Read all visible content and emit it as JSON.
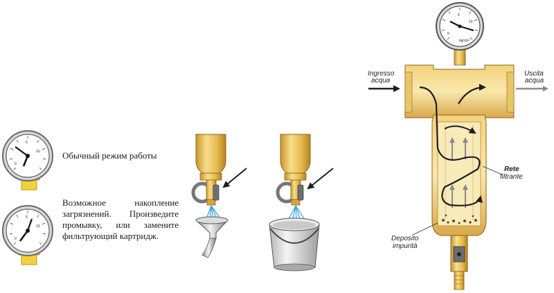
{
  "captions": {
    "normal_mode": "Обычный режим работы",
    "clogged_mode": "Возможное накопление загрязнений. Произведите промывку, или замените фильтрующий картридж."
  },
  "labels": {
    "inlet_line1": "Ingresso",
    "inlet_line2": "acqua",
    "outlet_line1": "Uscita",
    "outlet_line2": "acqua",
    "mesh_line1": "Rete",
    "mesh_line2": "filtrante",
    "deposit_line1": "Deposito",
    "deposit_line2": "impurità"
  },
  "gauge_scale": {
    "min_label": "0",
    "mid_label": "5",
    "max_label": "10",
    "unit": "kg/cm²"
  },
  "colors": {
    "brass_light": "#f5d77a",
    "brass_mid": "#e2b64a",
    "brass_dark": "#b98a26",
    "water_blue": "#3fa8dd",
    "arrow_dark": "#1e1e1e",
    "gauge_base_yellow": "#f2d23a"
  }
}
